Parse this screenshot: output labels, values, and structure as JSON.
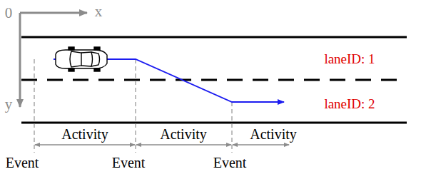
{
  "diagram": {
    "labels": [
      "0",
      "x",
      "y",
      "laneID: 1",
      "laneID: 2",
      "Activity",
      "Activity",
      "Activity",
      "Event",
      "Event",
      "Event"
    ]
  }
}
